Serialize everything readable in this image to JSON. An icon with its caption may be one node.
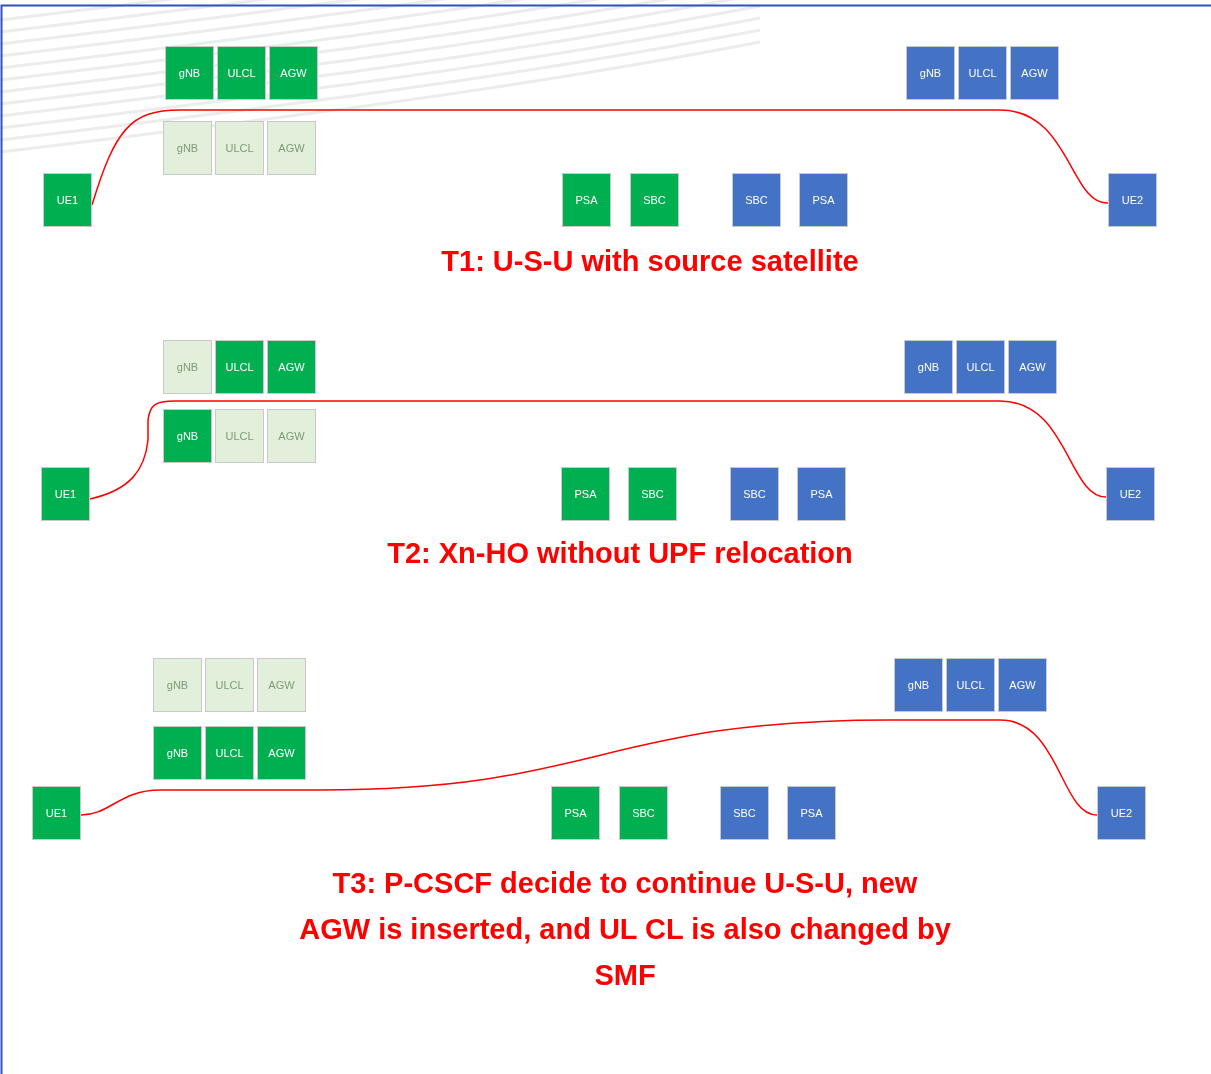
{
  "diagram": {
    "nodes": [
      {
        "text": [
          "gNB"
        ]
      },
      {
        "text": [
          "ULCL"
        ]
      },
      {
        "text": [
          "AGW"
        ]
      },
      {
        "text": [
          "gNB"
        ]
      },
      {
        "text": [
          "ULCL"
        ]
      },
      {
        "text": [
          "AGW"
        ]
      },
      {
        "text": [
          "gNB"
        ]
      },
      {
        "text": [
          "ULCL"
        ]
      },
      {
        "text": [
          "AGW"
        ]
      },
      {
        "text": [
          "UE1"
        ]
      },
      {
        "text": [
          "PSA"
        ]
      },
      {
        "text": [
          "SBC"
        ]
      },
      {
        "text": [
          "SBC"
        ]
      },
      {
        "text": [
          "PSA"
        ]
      },
      {
        "text": [
          "UE2"
        ]
      },
      {
        "text": [
          "gNB"
        ]
      },
      {
        "text": [
          "ULCL"
        ]
      },
      {
        "text": [
          "AGW"
        ]
      },
      {
        "text": [
          "gNB"
        ]
      },
      {
        "text": [
          "ULCL"
        ]
      },
      {
        "text": [
          "AGW"
        ]
      },
      {
        "text": [
          "gNB"
        ]
      },
      {
        "text": [
          "ULCL"
        ]
      },
      {
        "text": [
          "AGW"
        ]
      },
      {
        "text": [
          "UE1"
        ]
      },
      {
        "text": [
          "PSA"
        ]
      },
      {
        "text": [
          "SBC"
        ]
      },
      {
        "text": [
          "SBC"
        ]
      },
      {
        "text": [
          "PSA"
        ]
      },
      {
        "text": [
          "UE2"
        ]
      },
      {
        "text": [
          "gNB"
        ]
      },
      {
        "text": [
          "ULCL"
        ]
      },
      {
        "text": [
          "AGW"
        ]
      },
      {
        "text": [
          "gNB"
        ]
      },
      {
        "text": [
          "ULCL"
        ]
      },
      {
        "text": [
          "AGW"
        ]
      },
      {
        "text": [
          "gNB"
        ]
      },
      {
        "text": [
          "ULCL"
        ]
      },
      {
        "text": [
          "AGW"
        ]
      },
      {
        "text": [
          "UE1"
        ]
      },
      {
        "text": [
          "PSA"
        ]
      },
      {
        "text": [
          "SBC"
        ]
      },
      {
        "text": [
          "SBC"
        ]
      },
      {
        "text": [
          "PSA"
        ]
      },
      {
        "text": [
          "UE2"
        ]
      }
    ],
    "edges": [
      {
        "from": 9,
        "to": 14,
        "arrow": "none"
      },
      {
        "from": 24,
        "to": 29,
        "arrow": "none"
      },
      {
        "from": 39,
        "to": 44,
        "arrow": "none"
      }
    ],
    "labels": [
      "T1: U-S-U with source satellite",
      "T2: Xn-HO without UPF relocation",
      "T3: P-CSCF decide to continue U-S-U, new AGW is inserted, and UL CL is also changed by SMF"
    ]
  }
}
